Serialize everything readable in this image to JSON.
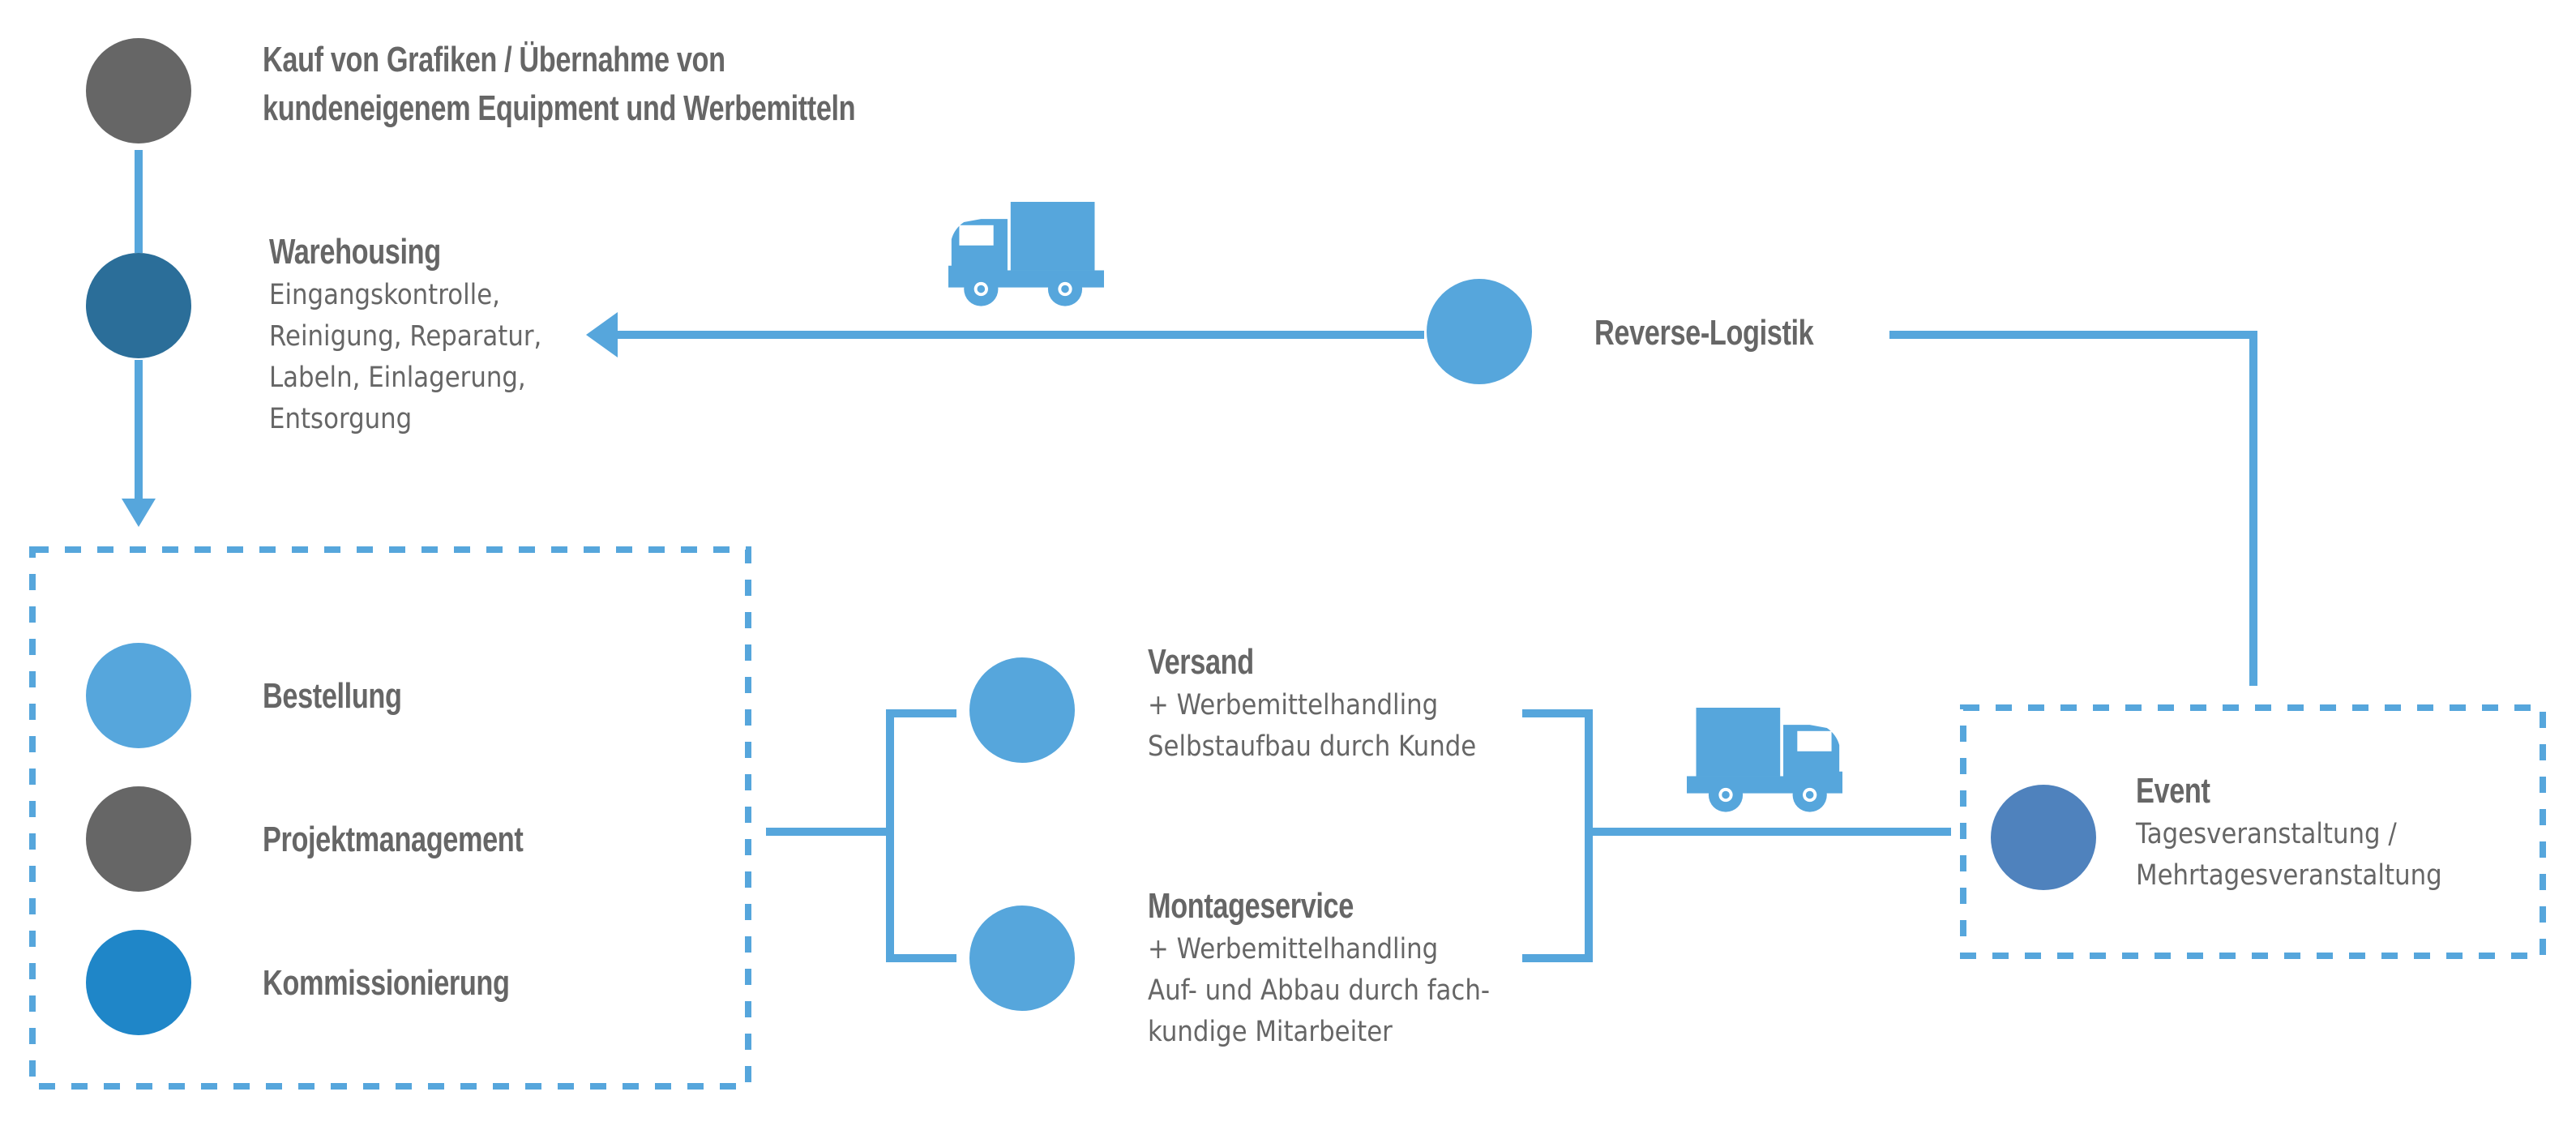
{
  "colors": {
    "accent_line": "#56a6dc",
    "text": "#666666",
    "node_gray": "#666666",
    "node_dark_blue": "#2b6e99",
    "node_light_blue": "#56a6dc",
    "node_medium_blue": "#1f86c8",
    "node_event_blue": "#4f82bd"
  },
  "nodes": {
    "kauf": {
      "title_lines": [
        "Kauf von Grafiken / Übernahme von",
        "kundeneigenem Equipment und Werbemitteln"
      ],
      "color": "#666666"
    },
    "warehousing": {
      "title": "Warehousing",
      "desc_lines": [
        "Eingangskontrolle,",
        "Reinigung, Reparatur,",
        "Labeln, Einlagerung,",
        "Entsorgung"
      ],
      "color": "#2b6e99"
    },
    "reverse": {
      "title": "Reverse-Logistik",
      "color": "#56a6dc"
    },
    "bestellung": {
      "title": "Bestellung",
      "color": "#56a6dc"
    },
    "projektmanagement": {
      "title": "Projektmanagement",
      "color": "#666666"
    },
    "kommissionierung": {
      "title": "Kommissionierung",
      "color": "#1f86c8"
    },
    "versand": {
      "title": "Versand",
      "desc_lines": [
        "+ Werbemittelhandling",
        "Selbstaufbau durch Kunde"
      ],
      "color": "#56a6dc"
    },
    "montage": {
      "title": "Montageservice",
      "desc_lines": [
        "+ Werbemittelhandling",
        "Auf- und Abbau durch fach-",
        "kundige Mitarbeiter"
      ],
      "color": "#56a6dc"
    },
    "event": {
      "title": "Event",
      "desc_lines": [
        "Tagesveranstaltung /",
        "Mehrtagesveranstaltung"
      ],
      "color": "#4f82bd"
    }
  },
  "icons": {
    "truck_top": "delivery-truck-icon",
    "truck_bottom": "delivery-truck-icon"
  }
}
